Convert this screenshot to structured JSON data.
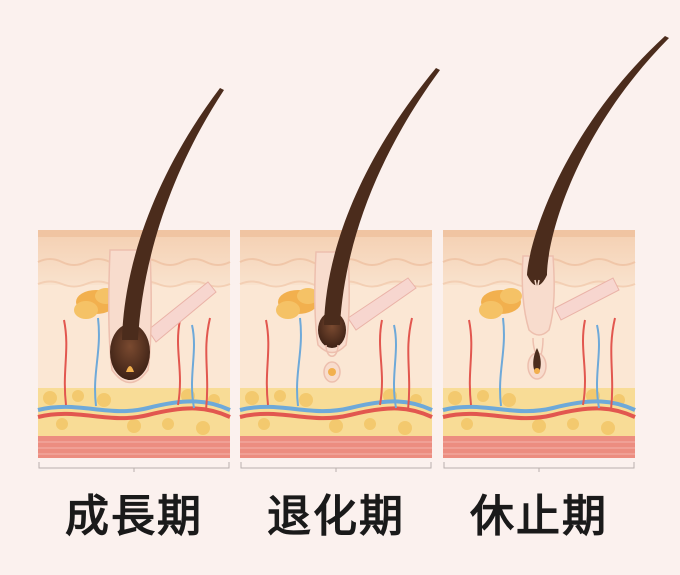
{
  "panels": [
    {
      "label": "成長期"
    },
    {
      "label": "退化期"
    },
    {
      "label": "休止期"
    }
  ],
  "colors": {
    "background": "#fbf1ee",
    "epidermis": "#f7dcc2",
    "dermis": "#fbe7d4",
    "fat": "#f6d88e",
    "muscle": "#ee8f83",
    "hair": "#4b2c1c",
    "artery": "#e2574f",
    "vein": "#6ea9d9",
    "gland": "#f2b04e"
  }
}
